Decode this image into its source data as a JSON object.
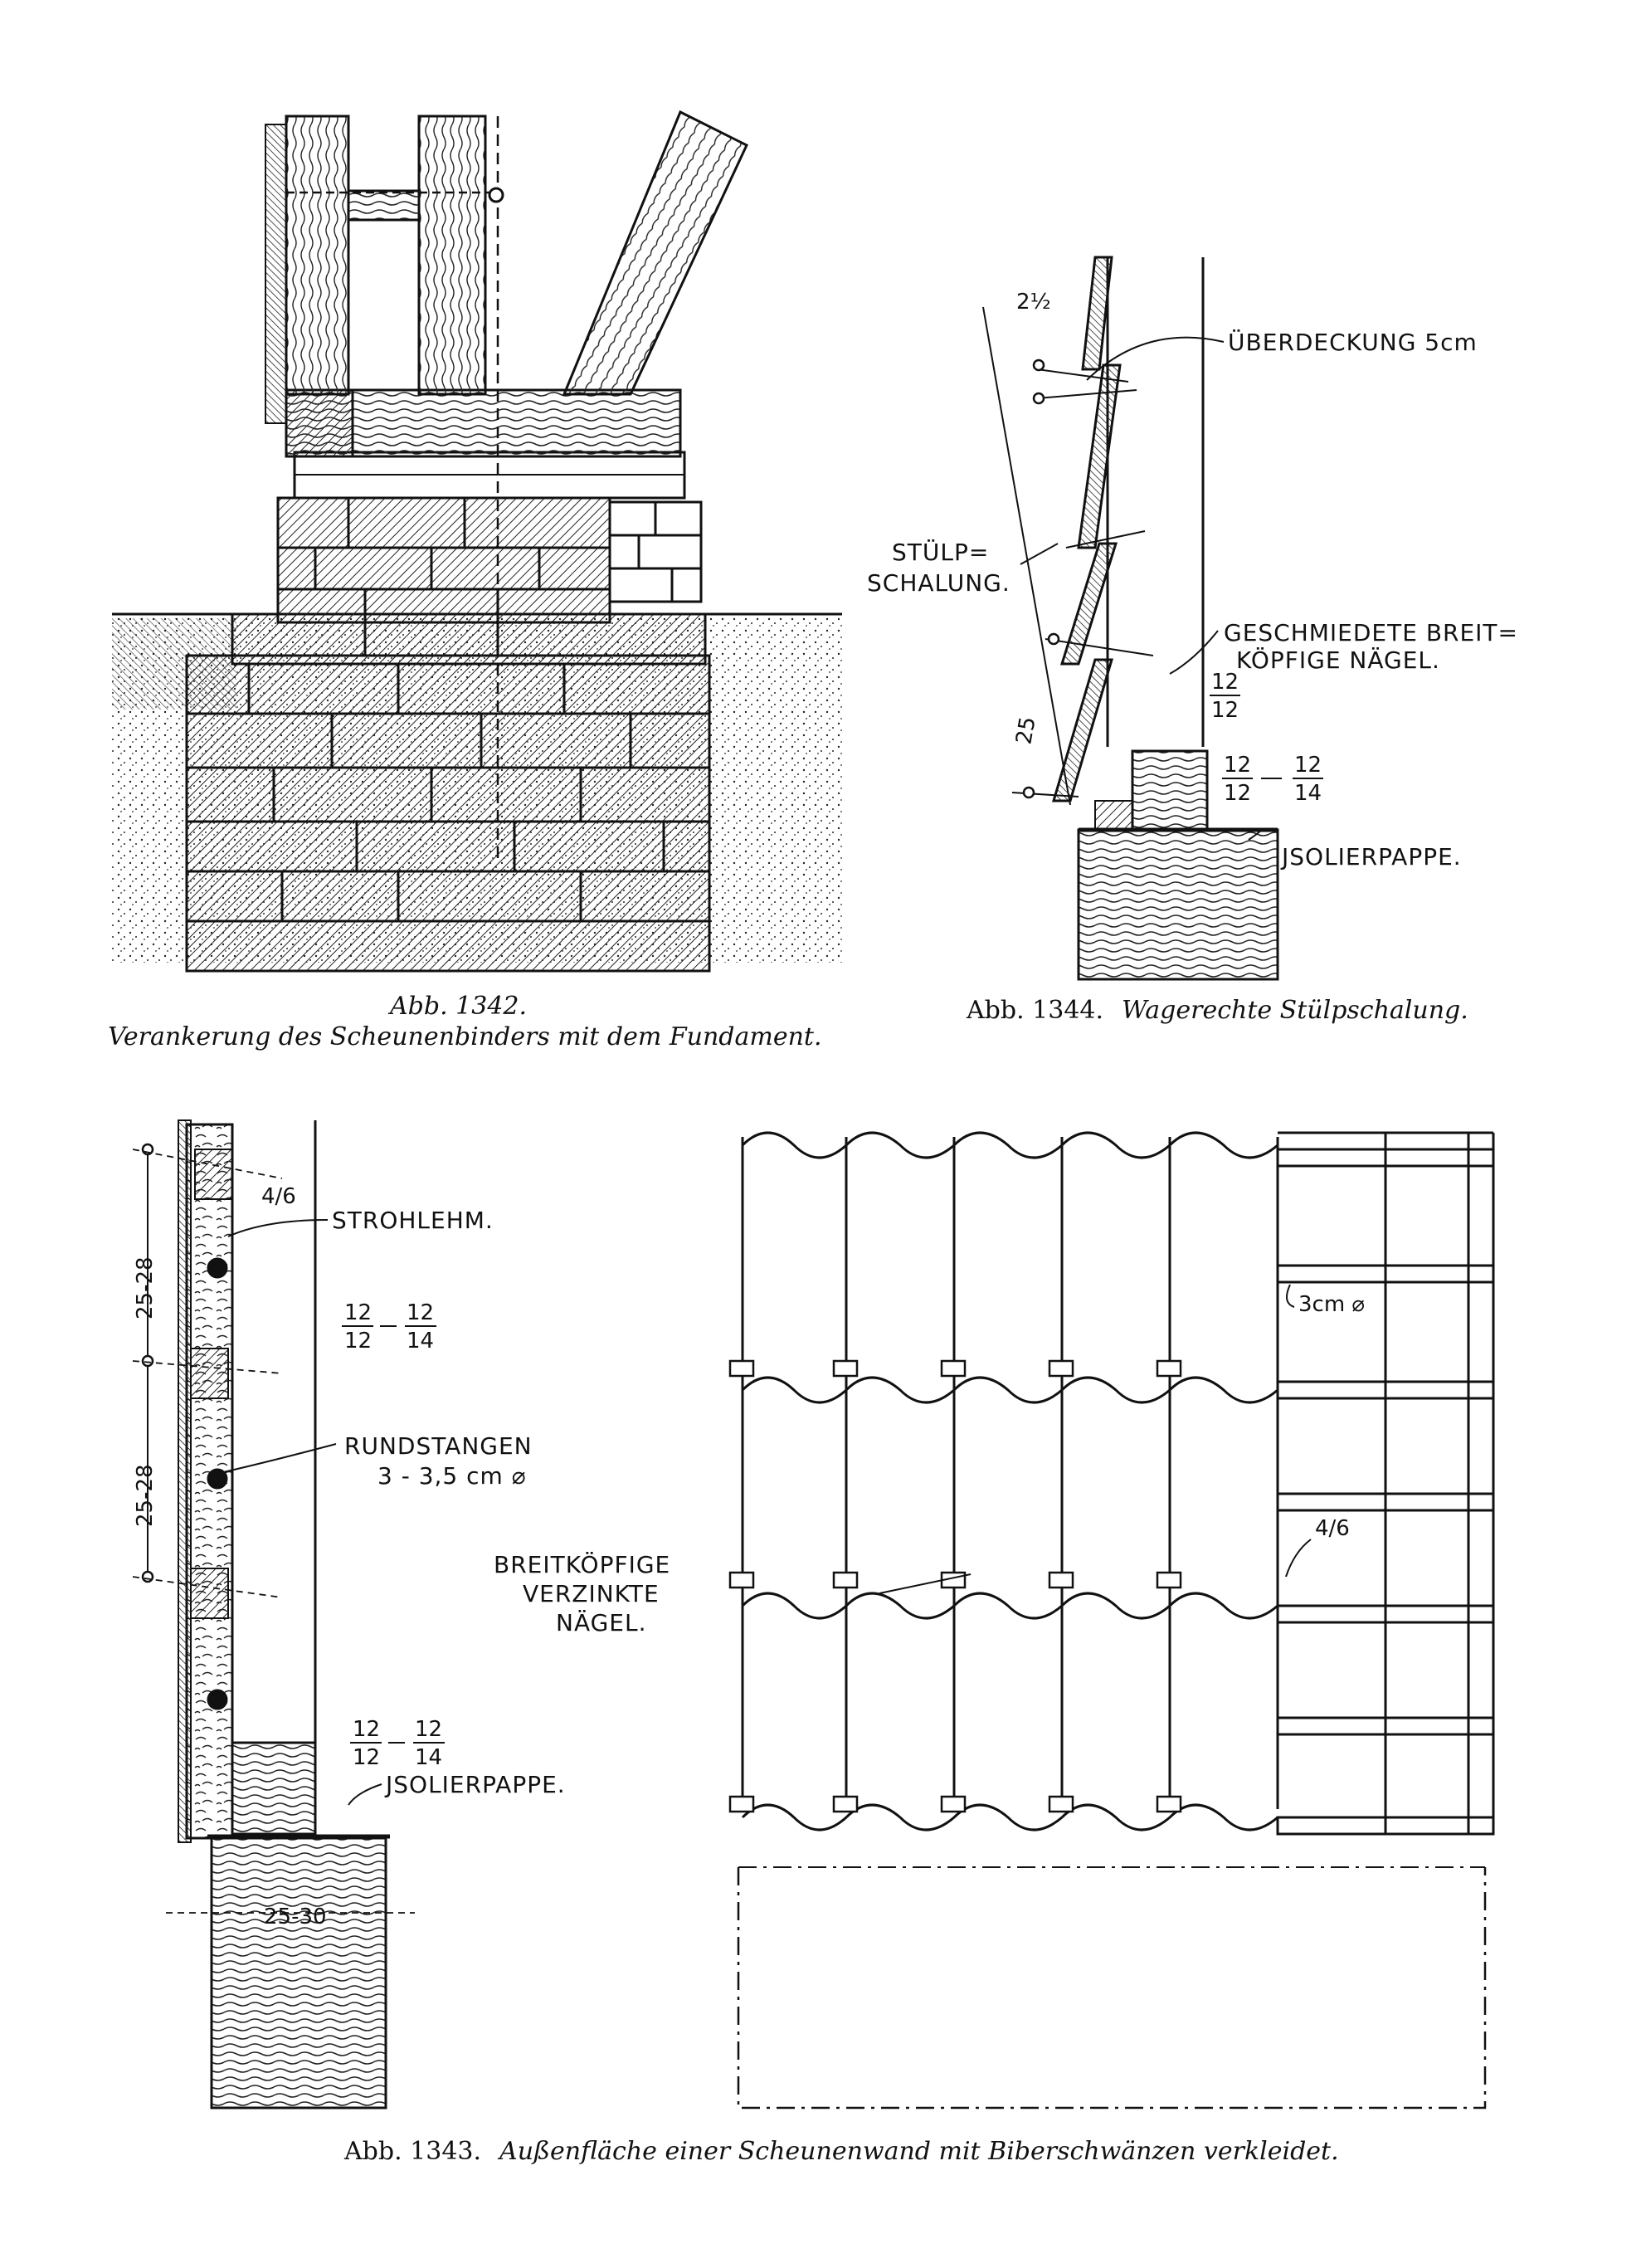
{
  "figures": {
    "fig1342": {
      "number": "Abb. 1342.",
      "caption": "Verankerung des Scheunenbinders mit dem Fundament."
    },
    "fig1344": {
      "number": "Abb. 1344.",
      "caption": "Wagerechte Stülpschalung.",
      "labels": {
        "overlap": "ÜBERDECKUNG 5cm",
        "shiplap_1": "STÜLP=",
        "shiplap_2": "SCHALUNG.",
        "nails_1": "GESCHMIEDETE BREIT=",
        "nails_2": "KÖPFIGE NÄGEL.",
        "felt": "JSOLIERPAPPE."
      },
      "dims": {
        "top": "2½",
        "spacing": "25",
        "post_num": "12",
        "post_den": "12",
        "sill_a_num": "12",
        "sill_a_den": "12",
        "sill_b_num": "12",
        "sill_b_den": "14"
      }
    },
    "fig1343": {
      "number": "Abb. 1343.",
      "caption": "Außenfläche einer Scheunenwand mit Biberschwänzen verkleidet.",
      "labels": {
        "strawclay": "STROHLEHM.",
        "poles_1": "RUNDSTANGEN",
        "poles_2": "3 - 3,5 cm ⌀",
        "nails_1": "BREITKÖPFIGE",
        "nails_2": "VERZINKTE",
        "nails_3": "NÄGEL.",
        "felt": "JSOLIERPAPPE.",
        "batten_dia": "3cm ⌀",
        "lath": "4/6"
      },
      "dims": {
        "lath_top": "4/6",
        "span_1": "25-28",
        "span_2": "25-28",
        "post_a_num": "12",
        "post_a_den": "12",
        "post_b_num": "12",
        "post_b_den": "14",
        "sill_a_num": "12",
        "sill_a_den": "12",
        "sill_b_num": "12",
        "sill_b_den": "14",
        "wall": "25-30"
      }
    }
  }
}
